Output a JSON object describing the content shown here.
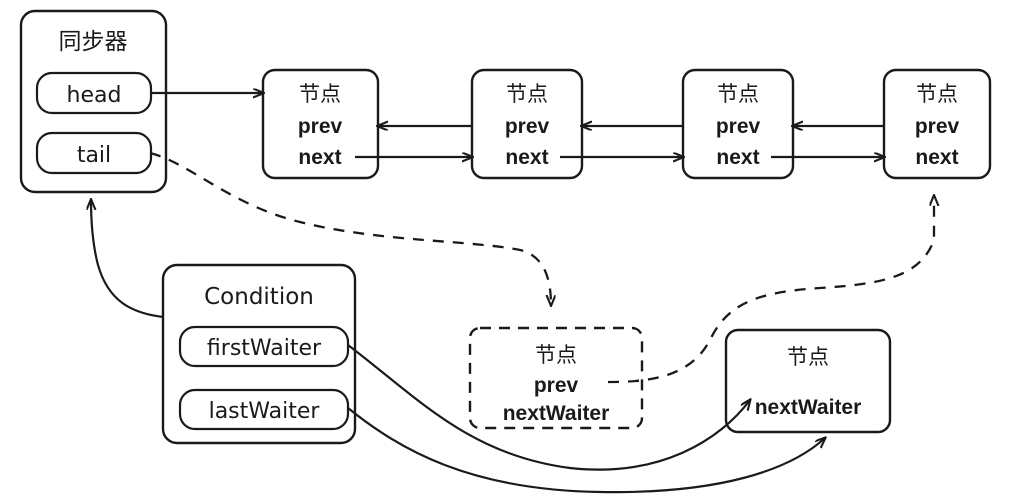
{
  "diagram": {
    "title": "AQS sync queue and condition queue diagram",
    "stroke_color": "#1a1a1a",
    "background": "#ffffff"
  },
  "sync_box": {
    "title": "同步器",
    "fields": [
      {
        "label": "head"
      },
      {
        "label": "tail"
      }
    ]
  },
  "condition_box": {
    "title": "Condition",
    "fields": [
      {
        "label": "firstWaiter"
      },
      {
        "label": "lastWaiter"
      }
    ]
  },
  "queue_nodes": [
    {
      "title": "节点",
      "lines": [
        "prev",
        "next"
      ]
    },
    {
      "title": "节点",
      "lines": [
        "prev",
        "next"
      ]
    },
    {
      "title": "节点",
      "lines": [
        "prev",
        "next"
      ]
    },
    {
      "title": "节点",
      "lines": [
        "prev",
        "next"
      ]
    }
  ],
  "waiter_nodes": [
    {
      "title": "节点",
      "lines": [
        "prev",
        "nextWaiter"
      ],
      "style": "dashed"
    },
    {
      "title": "节点",
      "lines": [
        "nextWaiter"
      ],
      "style": "solid"
    }
  ],
  "connectors": [
    {
      "name": "head-to-node1",
      "style": "solid",
      "direction": "right"
    },
    {
      "name": "tail-to-dashed-node",
      "style": "dashed",
      "direction": "down"
    },
    {
      "name": "node1-next-to-node2",
      "style": "solid",
      "direction": "right"
    },
    {
      "name": "node2-prev-to-node1",
      "style": "solid",
      "direction": "left"
    },
    {
      "name": "node2-next-to-node3",
      "style": "solid",
      "direction": "right"
    },
    {
      "name": "node3-prev-to-node2",
      "style": "solid",
      "direction": "left"
    },
    {
      "name": "node3-next-to-node4",
      "style": "solid",
      "direction": "right"
    },
    {
      "name": "node4-prev-to-node3",
      "style": "solid",
      "direction": "left"
    },
    {
      "name": "dashed-node-prev-to-node4",
      "style": "dashed",
      "direction": "up"
    },
    {
      "name": "condition-to-sync",
      "style": "solid",
      "direction": "up"
    },
    {
      "name": "firstwaiter-to-waiter-node",
      "style": "solid",
      "direction": "right"
    },
    {
      "name": "lastwaiter-to-waiter-node",
      "style": "solid",
      "direction": "right"
    }
  ]
}
